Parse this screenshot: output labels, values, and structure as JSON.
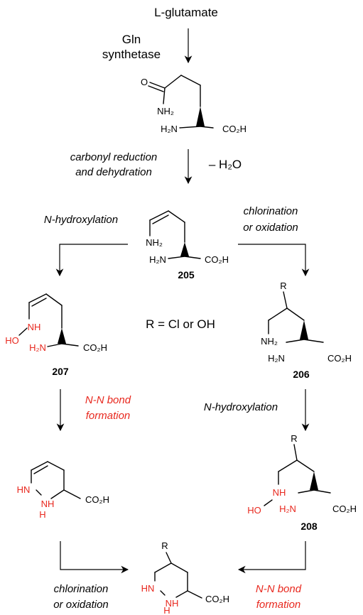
{
  "top": {
    "start": "L-glutamate",
    "enzyme_line1": "Gln",
    "enzyme_line2": "synthetase"
  },
  "step1": {
    "line1": "carbonyl reduction",
    "line2": "and dehydration",
    "loss": "– H₂O"
  },
  "left_branch": {
    "label": "N-hydroxylation",
    "step_line1": "N-N bond",
    "step_line2": "formation"
  },
  "right_branch": {
    "label_line1": "chlorination",
    "label_line2": "or oxidation",
    "hydroxylation": "N-hydroxylation"
  },
  "bottom": {
    "left_line1": "chlorination",
    "left_line2": "or oxidation",
    "right_line1": "N-N bond",
    "right_line2": "formation"
  },
  "r_note": "R = Cl or OH",
  "compounds": {
    "c205": "205",
    "c206": "206",
    "c207": "207",
    "c208": "208"
  },
  "atoms": {
    "O": "O",
    "NH2": "NH₂",
    "H2N": "H₂N",
    "CO2H": "CO₂H",
    "HO": "HO",
    "NH": "NH",
    "HN": "HN",
    "H": "H",
    "R": "R"
  },
  "colors": {
    "highlight": "#e8281e",
    "text": "#000000"
  }
}
